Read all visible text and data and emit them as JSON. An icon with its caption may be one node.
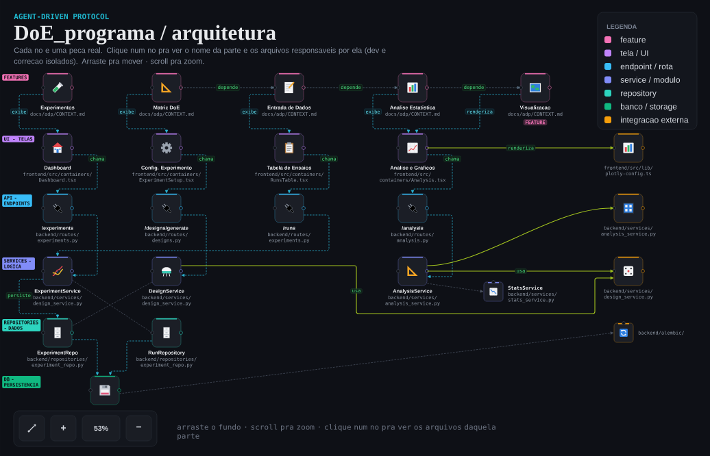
{
  "diagram": {
    "title": "DoE_programa / arquitetura",
    "nodes": [
      {
        "text": [
          "Experimentos",
          "docs/adp/CONTEXT.md"
        ]
      },
      {
        "text": [
          "Matriz DoE",
          "docs/adp/CONTEXT.md"
        ]
      },
      {
        "text": [
          "Entrada de Dados",
          "docs/adp/CONTEXT.md"
        ]
      },
      {
        "text": [
          "Analise Estatistica",
          "docs/adp/CONTEXT.md"
        ]
      },
      {
        "text": [
          "Visualizacao",
          "docs/adp/CONTEXT.md"
        ],
        "beside": [
          "FEATURE"
        ]
      },
      {
        "text": [
          "Dashboard",
          "frontend/src/containers/Dashboard.tsx"
        ]
      },
      {
        "text": [
          "Config. Experimento",
          "frontend/src/containers/ExperimentSetup.tsx"
        ]
      },
      {
        "text": [
          "Tabela de Ensaios",
          "frontend/src/containers/RunsTable.tsx"
        ]
      },
      {
        "text": [
          "Analise e Graficos",
          "frontend/src/containers/Analysis.tsx"
        ]
      },
      {
        "text": [
          "frontend/src/lib/plotly-config.ts"
        ]
      },
      {
        "text": [
          "/experiments",
          "backend/routes/experiments.py"
        ]
      },
      {
        "text": [
          "/designs/generate",
          "backend/routes/designs.py"
        ]
      },
      {
        "text": [
          "/runs",
          "backend/routes/experiments.py"
        ]
      },
      {
        "text": [
          "/analysis",
          "backend/routes/analysis.py"
        ]
      },
      {
        "text": [
          "backend/services/analysis_service.py"
        ]
      },
      {
        "text": [
          "ExperimentService",
          "backend/services/design_service.py"
        ]
      },
      {
        "text": [
          "DesignService",
          "backend/services/design_service.py"
        ]
      },
      {
        "text": [
          "AnalysisService",
          "backend/services/analysis_service.py"
        ]
      },
      {
        "text": [
          "StatsService",
          "backend/services/stats_service.py"
        ]
      },
      {
        "text": [
          "backend/services/design_service.py"
        ]
      },
      {
        "text": [
          "ExperimentRepo",
          "backend/repositories/experiment_repo.py"
        ]
      },
      {
        "text": [
          "RunRepository",
          "backend/repositories/experiment_repo.py"
        ]
      },
      {
        "text": [],
        "shape": "box"
      },
      {
        "text": [
          "backend/alembic/"
        ]
      }
    ],
    "edges": [
      {
        "from": 1,
        "to": 2,
        "arrow": "to",
        "label": "depende",
        "style": "dashed",
        "color": "#566b7d"
      },
      {
        "from": 2,
        "to": 3,
        "arrow": "to",
        "label": "depende",
        "style": "dashed",
        "color": "#566b7d"
      },
      {
        "from": 3,
        "to": 4,
        "arrow": "to",
        "label": "depende",
        "style": "dashed",
        "color": "#566b7d"
      },
      {
        "from": 0,
        "to": 5,
        "arrow": "to",
        "label": "exibe",
        "style": "dashed"
      },
      {
        "from": 1,
        "to": 6,
        "arrow": "to",
        "label": "exibe",
        "style": "dashed"
      },
      {
        "from": 2,
        "to": 7,
        "arrow": "to",
        "label": "exibe",
        "style": "dashed"
      },
      {
        "from": 3,
        "to": 8,
        "arrow": "to",
        "label": "exibe",
        "style": "dashed"
      },
      {
        "from": 4,
        "to": 8,
        "arrow": "to",
        "label": "renderiza",
        "style": "dashed"
      },
      {
        "from": 5,
        "to": 10,
        "arrow": "to",
        "label": "chama",
        "style": "dashed"
      },
      {
        "from": 6,
        "to": 11,
        "arrow": "to",
        "label": "chama",
        "style": "dashed"
      },
      {
        "from": 7,
        "to": 12,
        "arrow": "to",
        "label": "chama",
        "style": "dashed"
      },
      {
        "from": 8,
        "to": 13,
        "arrow": "to",
        "label": "chama",
        "style": "dashed"
      },
      {
        "from": 8,
        "to": 9,
        "arrow": "to",
        "label": "renderiza",
        "color": "#a3c41f"
      },
      {
        "from": 10,
        "to": 15,
        "arrow": "to",
        "style": "dashed"
      },
      {
        "from": 11,
        "to": 16,
        "arrow": "to",
        "style": "dashed"
      },
      {
        "from": 12,
        "to": 15,
        "arrow": "to",
        "style": "dashed"
      },
      {
        "from": 13,
        "to": 17,
        "arrow": "to",
        "style": "dashed"
      },
      {
        "from": 15,
        "to": 20,
        "arrow": "to",
        "label": "persiste",
        "style": "dashed"
      },
      {
        "from": 15,
        "to": 21,
        "arrow": "none",
        "style": "dashed",
        "color": "#4a5260"
      },
      {
        "from": 16,
        "to": 20,
        "arrow": "none",
        "style": "dashed",
        "color": "#4a5260"
      },
      {
        "from": 16,
        "to": 19,
        "arrow": "to",
        "label": "usa",
        "color": "#a3c41f"
      },
      {
        "from": 17,
        "to": 14,
        "arrow": "to",
        "color": "#a3c41f"
      },
      {
        "from": 17,
        "to": 19,
        "arrow": "to",
        "label": "usa",
        "color": "#a3c41f"
      },
      {
        "from": 17,
        "to": 18,
        "arrow": "to",
        "style": "dashed",
        "color": "#4a5260"
      },
      {
        "from": 20,
        "to": 22,
        "arrow": "to",
        "style": "dashed"
      },
      {
        "from": 21,
        "to": 22,
        "arrow": "to",
        "style": "dashed"
      },
      {
        "from": 22,
        "to": 23,
        "arrow": "to",
        "style": "dashed",
        "color": "#4a5260"
      }
    ],
    "labels": [
      "AGENT-DRIVEN PROTOCOL",
      "Cada no e uma peca real. Clique num no pra ver o nome da parte e os arquivos responsaveis por ela (dev e correcao isolados). Arraste pra mover · scroll pra zoom.",
      "LEGENDA",
      "FEATURES",
      "UI - TELAS",
      "API - ENDPOINTS",
      "SERVICES - LOGICA",
      "REPOSITORIES - DADOS",
      "DB - PERSISTENCIA",
      "+",
      "53%",
      "−",
      "arraste o fundo · scroll pra zoom · clique num no pra ver os arquivos daquela parte"
    ],
    "legend": [
      {
        "text": "feature",
        "color": "#f472b6"
      },
      {
        "text": "tela / UI",
        "color": "#c084fc"
      },
      {
        "text": "endpoint / rota",
        "color": "#38bdf8"
      },
      {
        "text": "service / modulo",
        "color": "#818cf8"
      },
      {
        "text": "repository",
        "color": "#2dd4bf"
      },
      {
        "text": "banco / storage",
        "color": "#10b981"
      },
      {
        "text": "integracao externa",
        "color": "#f59e0b"
      }
    ]
  }
}
